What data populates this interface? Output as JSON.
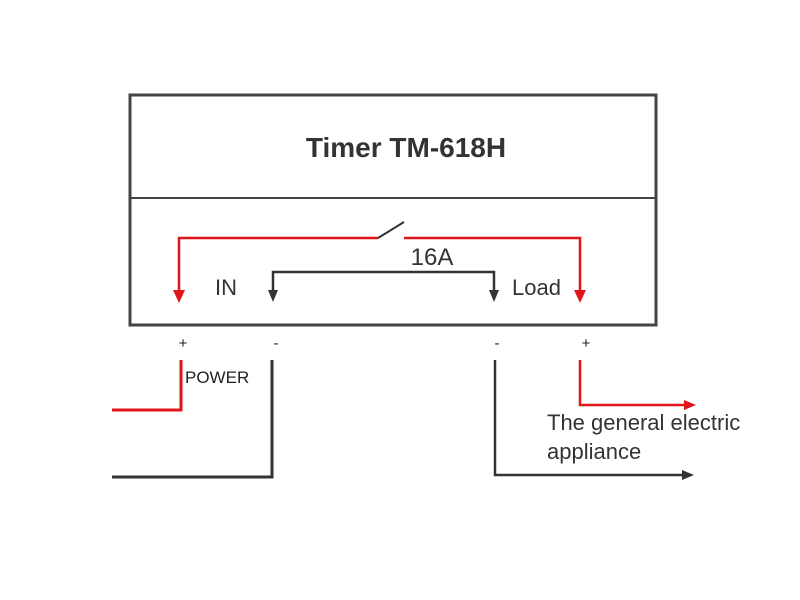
{
  "title": "Timer TM-618H",
  "relay_rating": "16A",
  "labels": {
    "input": "IN",
    "load": "Load",
    "power": "POWER",
    "appliance_line1": "The general electric",
    "appliance_line2": "appliance"
  },
  "terminals": {
    "in_positive": "+",
    "in_negative": "-",
    "load_negative": "-",
    "load_positive": "+"
  },
  "colors": {
    "live_wire": "#e0161b",
    "neutral_wire": "#333333",
    "box_border": "#444444"
  }
}
